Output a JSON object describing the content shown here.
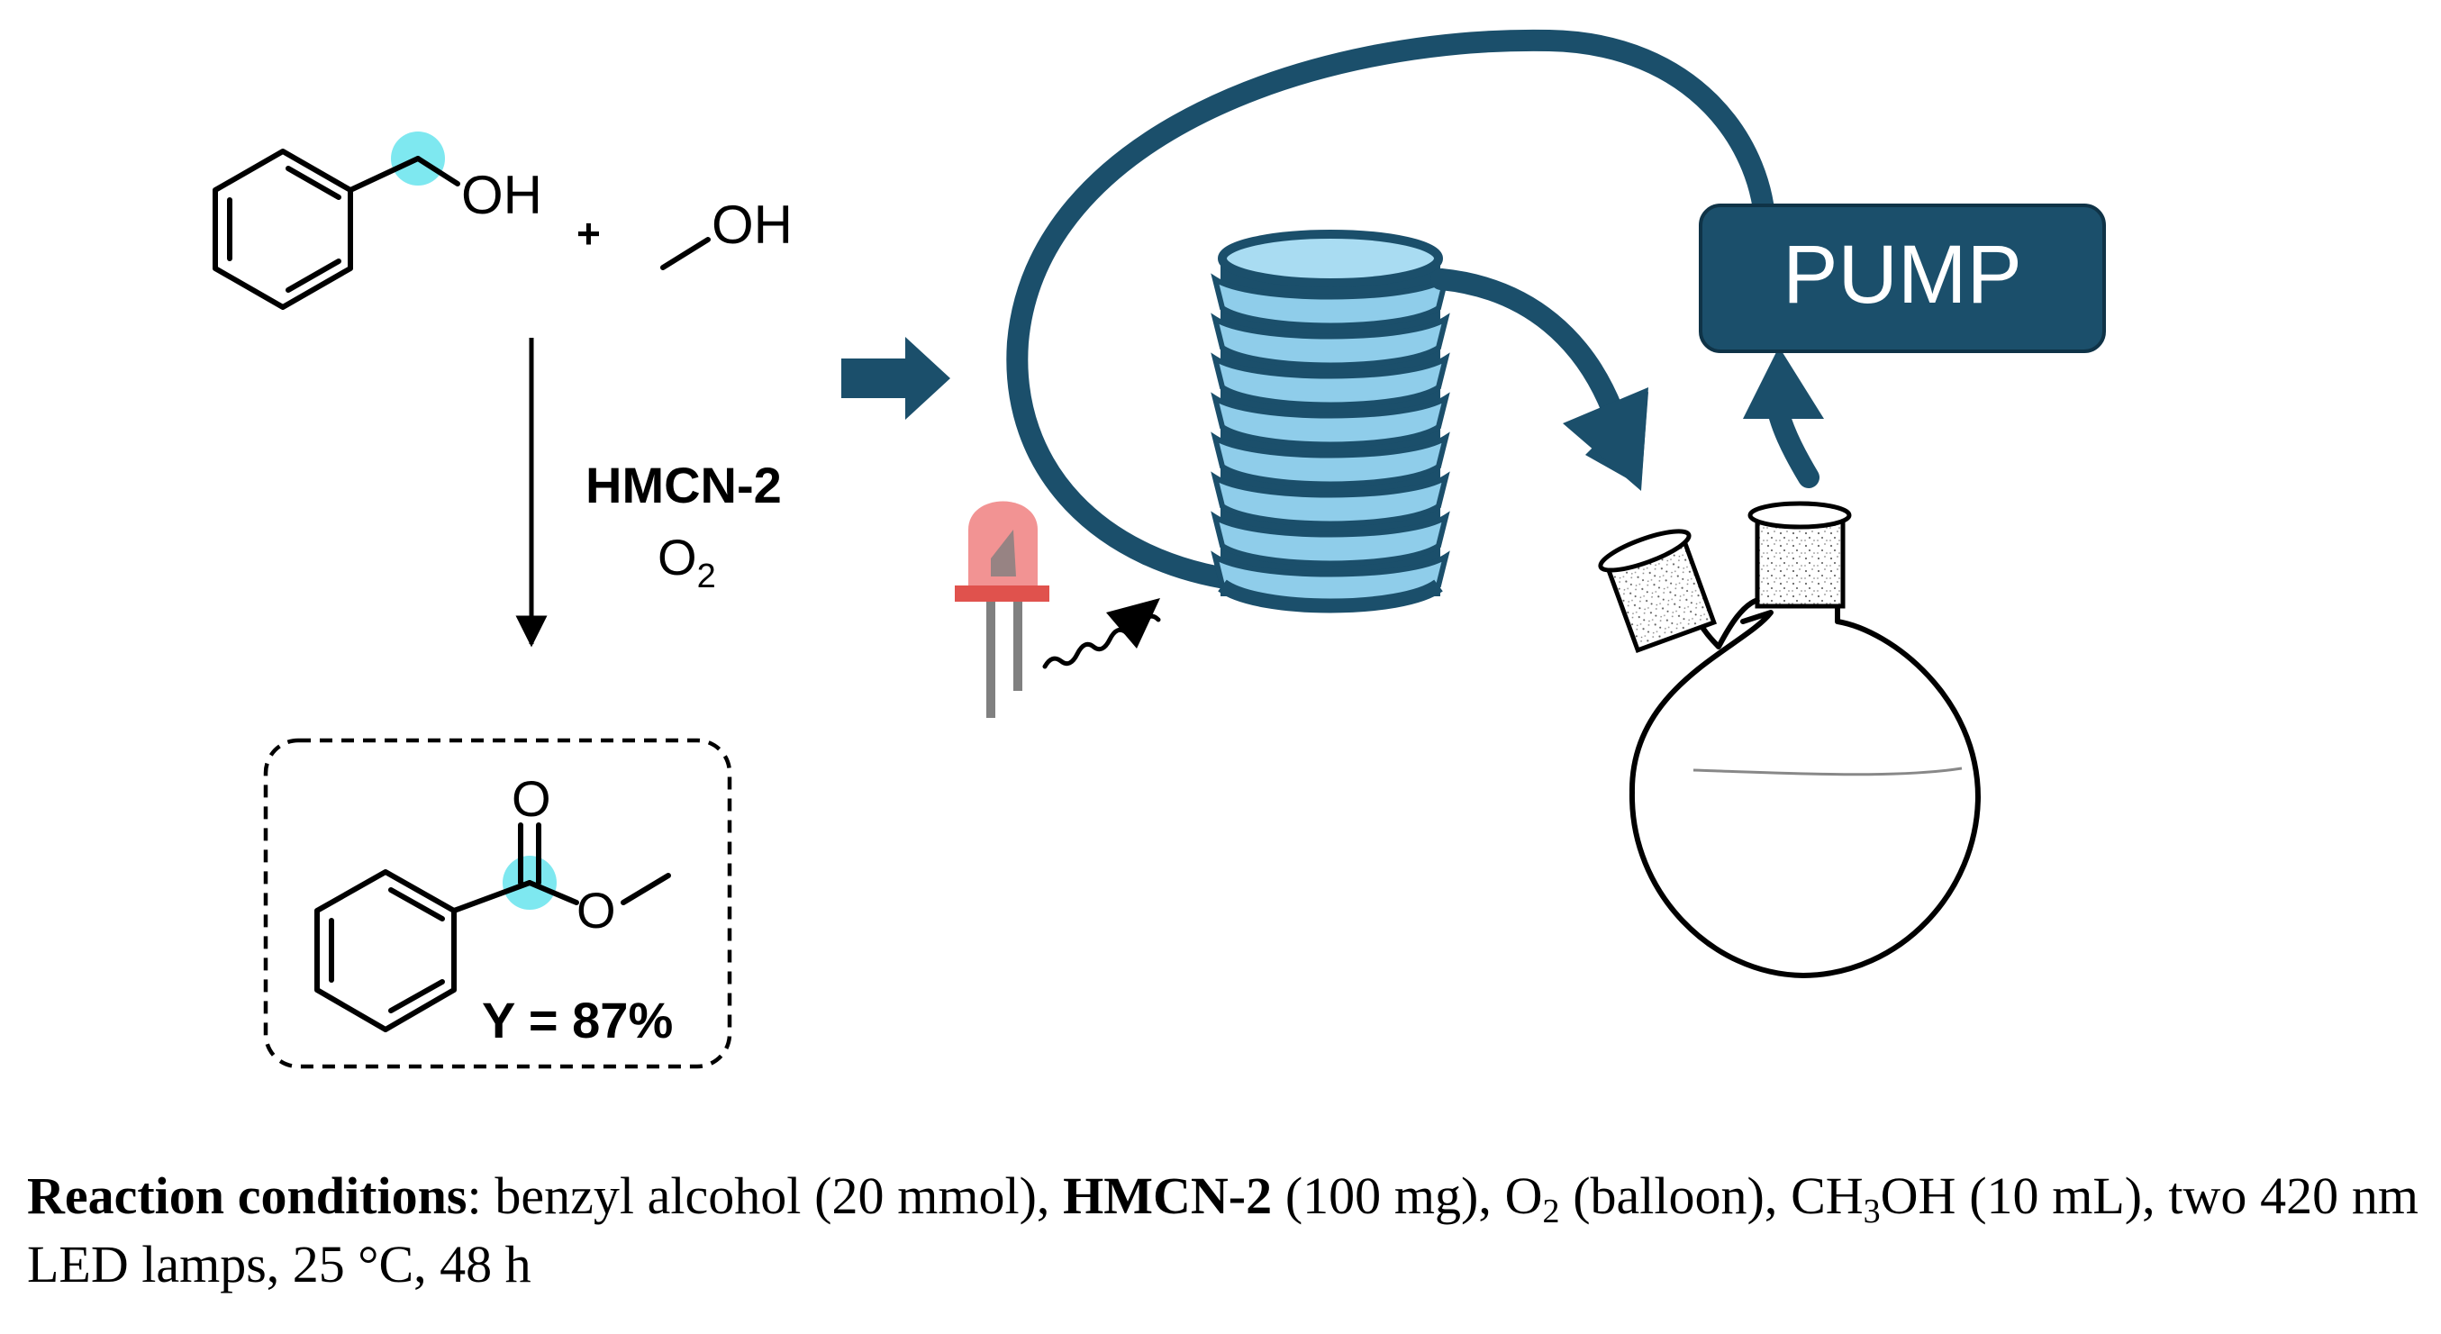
{
  "scheme": {
    "reactant1_oh": "OH",
    "plus": "+",
    "reactant2_oh": "OH",
    "catalyst": "HMCN-2",
    "oxidant_main": "O",
    "oxidant_sub": "2",
    "product_o_carbonyl": "O",
    "product_o_ester": "O",
    "yield": "Y = 87%"
  },
  "setup": {
    "pump_label": "PUMP"
  },
  "caption": {
    "label": "Reaction conditions",
    "colon": ":",
    "part1": " benzyl alcohol (20 mmol), ",
    "catalyst": "HMCN-2",
    "part2": " (100 mg), O",
    "sub1": "2",
    "part3": " (balloon), CH",
    "sub2": "3",
    "part4": "OH (10 mL), two 420 nm LED lamps, 25 °C, 48 h"
  },
  "colors": {
    "dark_teal": "#1b4f6b",
    "coil_light": "#8fcdea",
    "highlight_cyan": "#7ee8f0",
    "led_red": "#f08080",
    "led_base": "#e0524d",
    "led_leg": "#808080"
  },
  "icons": [
    "led-icon",
    "wavy-light-arrow-icon",
    "reactor-coil-icon",
    "two-neck-flask-icon"
  ]
}
